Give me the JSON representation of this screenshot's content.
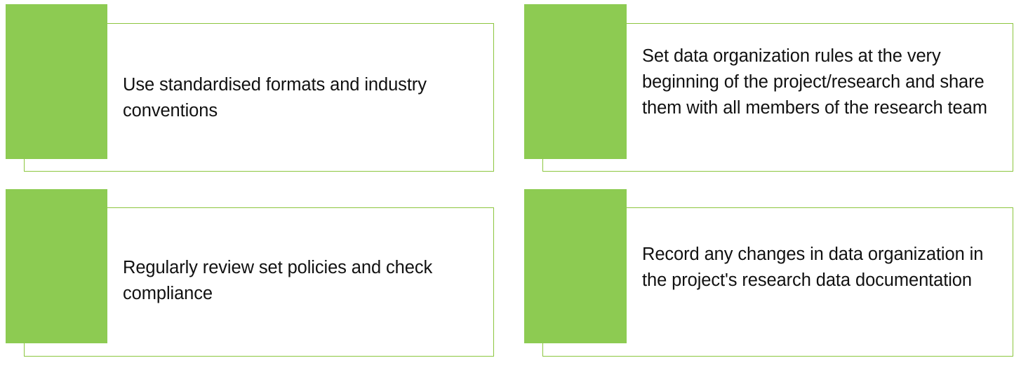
{
  "theme": {
    "tab_fill_color": "#8DCB52",
    "frame_border_color": "#8CC63F",
    "frame_fill_color": "#FFFFFF",
    "text_color": "#111111",
    "page_background": "#FFFFFF"
  },
  "layout": {
    "kind": "four-callout-grid",
    "columns": 2,
    "rows": 2
  },
  "callouts": [
    {
      "id": "callout-1",
      "position": "top-left",
      "text": "Use standardised formats and industry conventions"
    },
    {
      "id": "callout-2",
      "position": "top-right",
      "text": "Set data organization rules at the very beginning of the project/research and share them with all members of the research team"
    },
    {
      "id": "callout-3",
      "position": "bottom-left",
      "text": "Regularly review set policies and check compliance"
    },
    {
      "id": "callout-4",
      "position": "bottom-right",
      "text": "Record any changes in data organization in the project's research data documentation"
    }
  ]
}
